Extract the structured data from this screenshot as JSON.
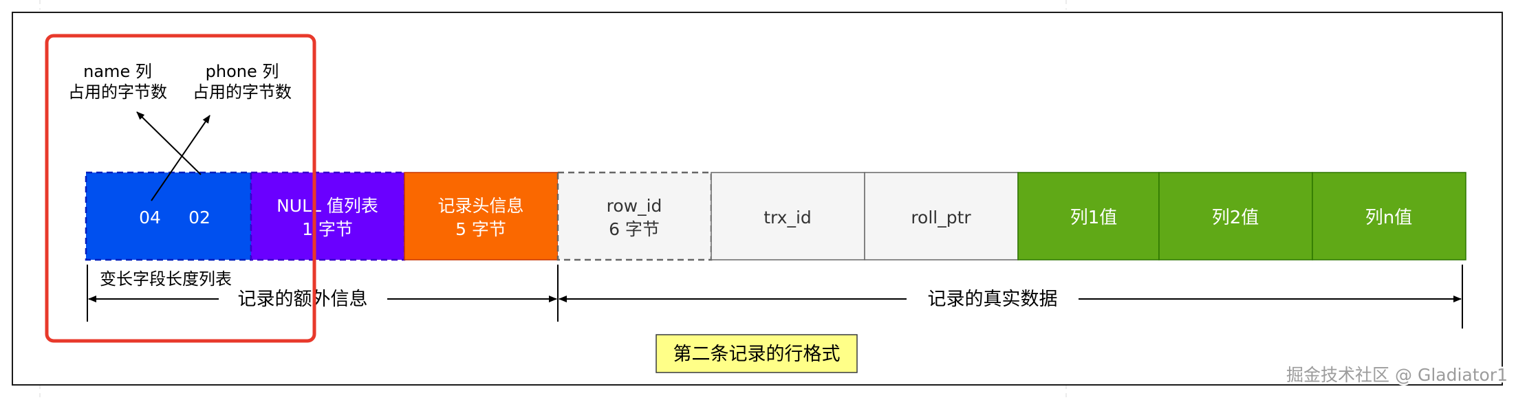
{
  "top_labels": {
    "name_col": {
      "line1": "name 列",
      "line2": "占用的字节数"
    },
    "phone_col": {
      "line1": "phone 列",
      "line2": "占用的字节数"
    }
  },
  "cells": {
    "varlen": {
      "values": [
        "04",
        "02"
      ],
      "color": "#0050ef"
    },
    "null_list": {
      "line1": "NULL 值列表",
      "line2": "1 字节",
      "color": "#6a00ff"
    },
    "record_header": {
      "line1": "记录头信息",
      "line2": "5 字节",
      "color": "#fa6800"
    },
    "row_id": {
      "line1": "row_id",
      "line2": "6 字节",
      "color": "#f5f5f5"
    },
    "trx_id": {
      "label": "trx_id",
      "color": "#f5f5f5"
    },
    "roll_ptr": {
      "label": "roll_ptr",
      "color": "#f5f5f5"
    },
    "col1": {
      "label": "列1值",
      "color": "#60a917"
    },
    "col2": {
      "label": "列2值",
      "color": "#60a917"
    },
    "coln": {
      "label": "列n值",
      "color": "#60a917"
    }
  },
  "varlen_caption": "变长字段长度列表",
  "extra_info_label": "记录的额外信息",
  "real_data_label": "记录的真实数据",
  "caption": {
    "text": "第二条记录的行格式",
    "fill": "#ffff88",
    "stroke": "#36393d"
  },
  "highlight_color": "#e8392b",
  "watermark": "掘金技术社区 @ Gladiator1"
}
